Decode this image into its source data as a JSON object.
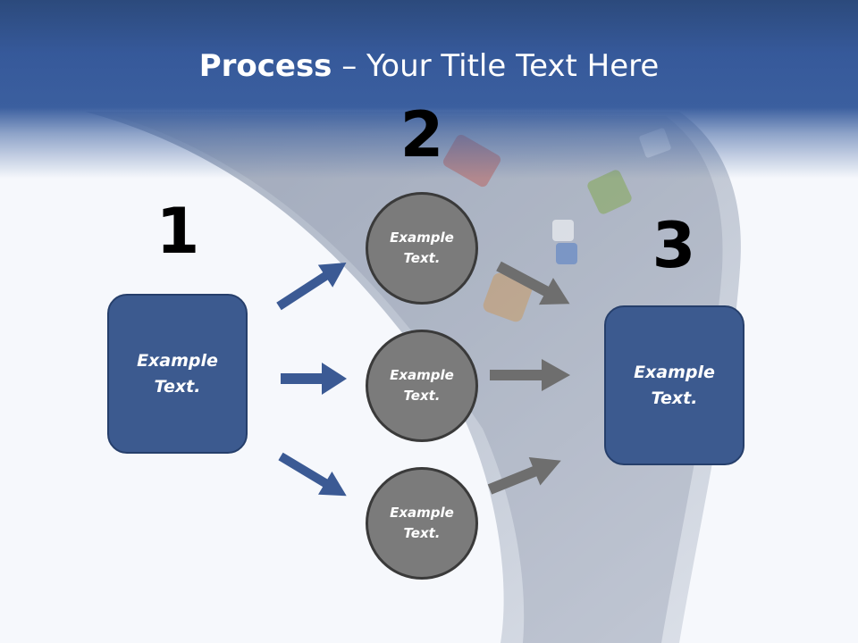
{
  "title": {
    "bold": "Process",
    "rest": " – Your Title Text Here"
  },
  "steps": [
    {
      "number": "1"
    },
    {
      "number": "2"
    },
    {
      "number": "3"
    }
  ],
  "left_box": {
    "text": "Example Text."
  },
  "circles": [
    {
      "text": "Example Text."
    },
    {
      "text": "Example Text."
    },
    {
      "text": "Example Text."
    }
  ],
  "right_box": {
    "text": "Example Text."
  },
  "colors": {
    "box_fill": "#3c5a8f",
    "circle_fill": "#7b7b7b",
    "blue_arrow": "#3b5a94",
    "gray_arrow": "#6e6e6e",
    "header": "#36599a"
  }
}
